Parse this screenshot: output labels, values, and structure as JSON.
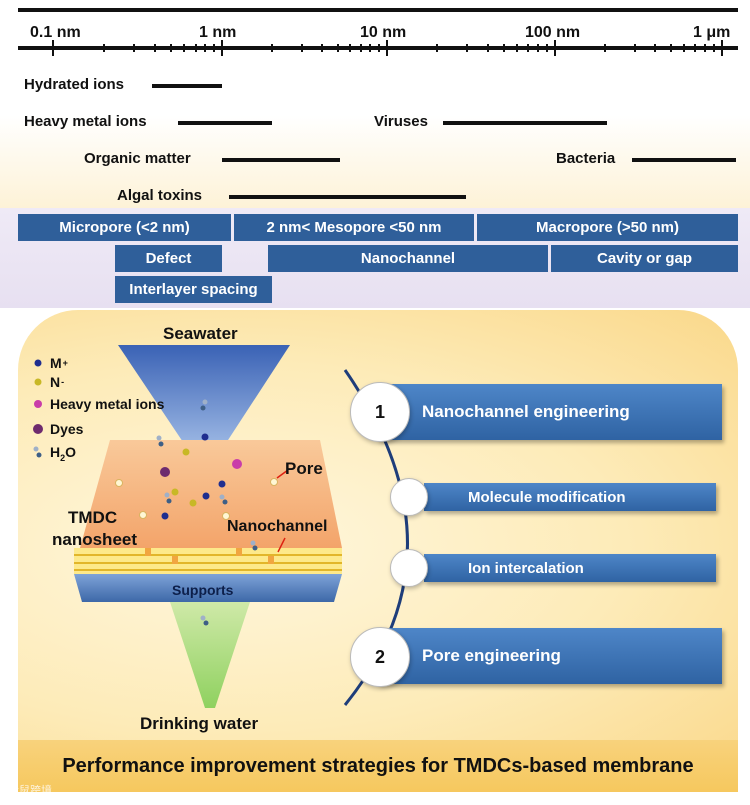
{
  "scale": {
    "ticks": [
      "0.1 nm",
      "1 nm",
      "10 nm",
      "100 nm",
      "1 μm"
    ]
  },
  "sizes": {
    "hydrated_ions": "Hydrated ions",
    "heavy_metal_ions": "Heavy metal ions",
    "viruses": "Viruses",
    "organic_matter": "Organic matter",
    "bacteria": "Bacteria",
    "algal_toxins": "Algal toxins"
  },
  "pores": {
    "micropore": "Micropore (<2 nm)",
    "mesopore": "2 nm< Mesopore <50 nm",
    "macropore": "Macropore (>50 nm)",
    "defect": "Defect",
    "nanochannel": "Nanochannel",
    "cavity": "Cavity or gap",
    "interlayer": "Interlayer spacing"
  },
  "legend": {
    "m_plus": "M",
    "m_plus_sup": "+",
    "n_minus": "N",
    "n_minus_sup": "-",
    "heavy_metal": "Heavy metal ions",
    "dyes": "Dyes",
    "h2o_h": "H",
    "h2o_sub": "2",
    "h2o_o": "O"
  },
  "diagram": {
    "seawater": "Seawater",
    "pore": "Pore",
    "tmdc": "TMDC",
    "nanosheet": "nanosheet",
    "nanochannel": "Nanochannel",
    "supports": "Supports",
    "drinking_water": "Drinking water"
  },
  "strategies": {
    "num1": "1",
    "s1": "Nanochannel engineering",
    "sub1": "Molecule modification",
    "sub2": "Ion intercalation",
    "num2": "2",
    "s2": "Pore engineering"
  },
  "title": "Performance improvement strategies for TMDCs-based membrane",
  "watermark": "大鼠跨境",
  "colors": {
    "pore_blue": "#2f5f9a",
    "strategy_blue": "#3f75b8",
    "background_yellow": "#fbe4a4"
  }
}
